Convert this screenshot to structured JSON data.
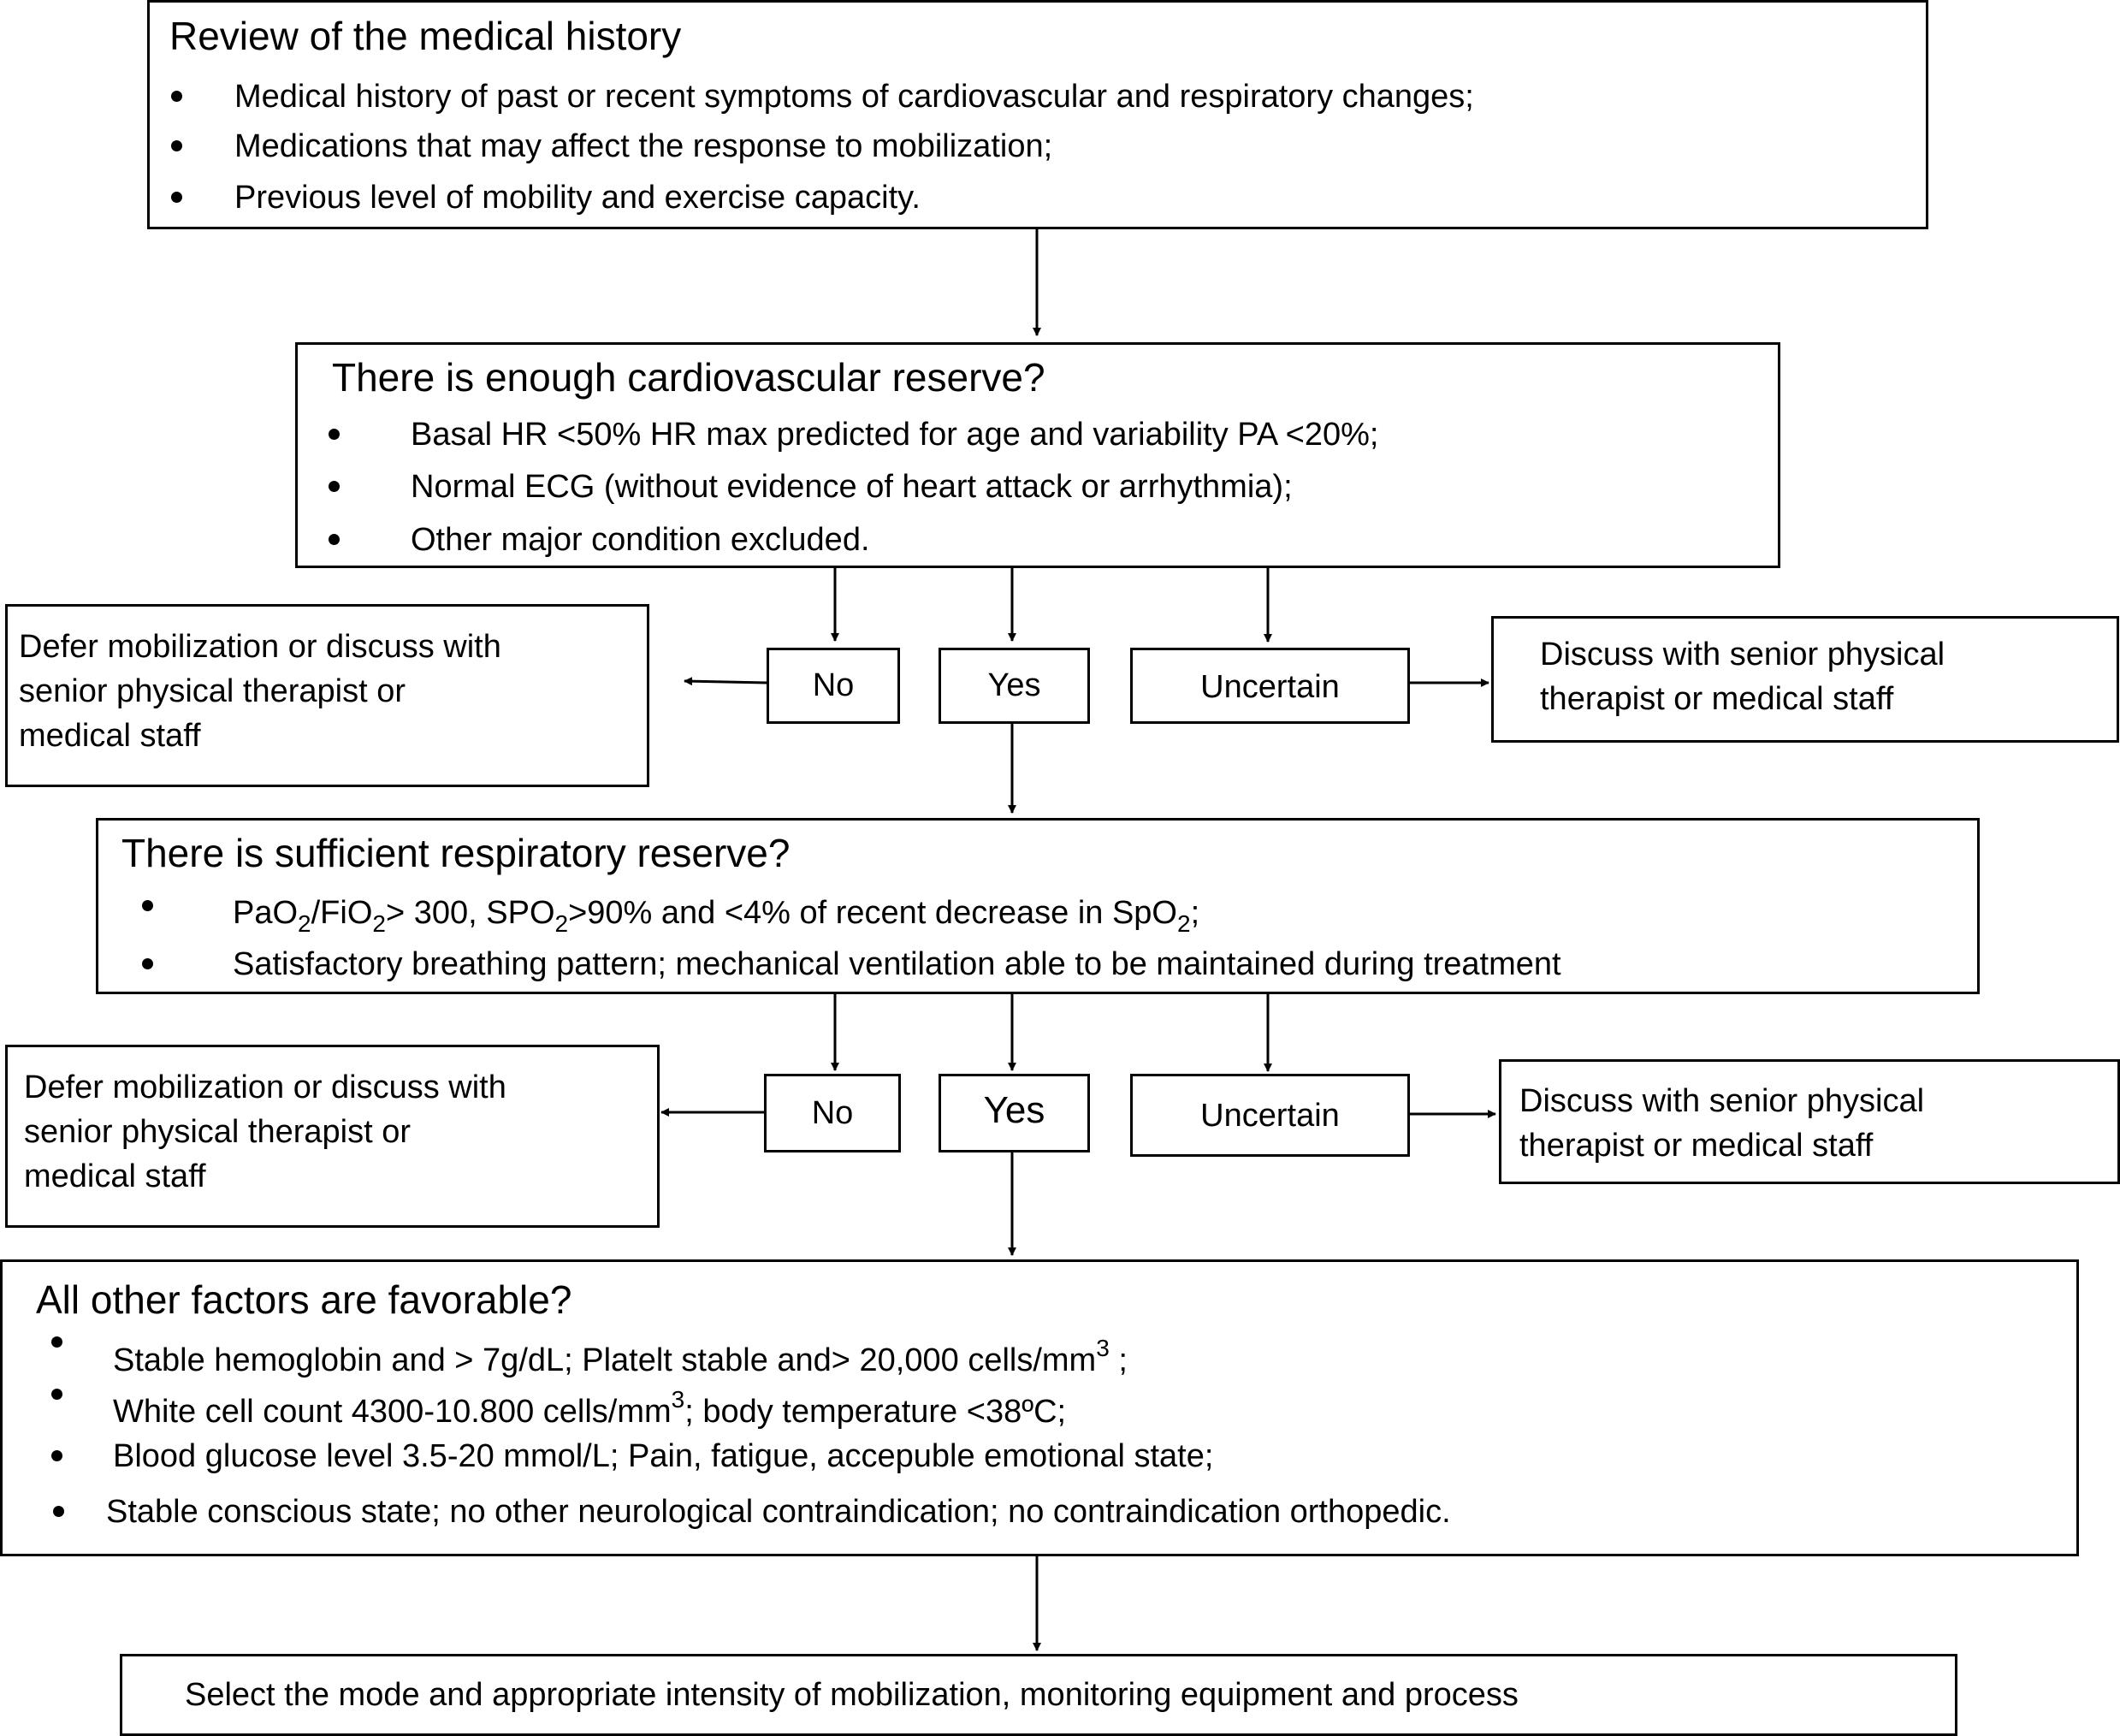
{
  "history": {
    "title": "Review of the medical history",
    "bullets": [
      "Medical history of past or recent symptoms of cardiovascular and respiratory changes;",
      "Medications that may affect the response to mobilization;",
      "Previous level of mobility and exercise capacity."
    ]
  },
  "cardio": {
    "title": "There is enough cardiovascular reserve?",
    "bullets": [
      "Basal HR <50% HR max predicted for age and variability PA <20%;",
      "Normal ECG (without evidence of heart attack or arrhythmia);",
      "Other major condition excluded."
    ],
    "no": "No",
    "yes": "Yes",
    "uncertain": "Uncertain",
    "defer": "Defer mobilization or discuss with\nsenior physical therapist or\nmedical staff",
    "discuss": "Discuss with senior physical\ntherapist or medical staff"
  },
  "resp": {
    "title": "There is sufficient respiratory reserve?",
    "b1": {
      "t1": "PaO",
      "s1": "2",
      "t2": "/FiO",
      "s2": "2",
      "t3": "> 300, SPO",
      "s3": "2",
      "t4": ">90% and <4% of recent decrease in SpO",
      "s4": "2",
      "t5": ";"
    },
    "b2": "Satisfactory breathing pattern; mechanical ventilation able to be maintained during treatment",
    "no": "No",
    "yes": "Yes",
    "uncertain": "Uncertain",
    "defer": "Defer mobilization or discuss with\nsenior physical therapist or\nmedical staff",
    "discuss": "Discuss with senior physical\ntherapist or medical staff"
  },
  "other": {
    "title": "All other factors are favorable?",
    "b1": {
      "t1": "Stable hemoglobin and > 7g/dL; Platelt stable and> 20,000 cells/mm",
      "sup": "3",
      "t2": " ;"
    },
    "b2": {
      "t1": "White cell count 4300-10.800 cells/mm",
      "sup": "3",
      "t2": "; body temperature <38ºC;"
    },
    "b3": "Blood glucose level 3.5-20 mmol/L; Pain, fatigue, accepuble emotional state;",
    "b4": "Stable conscious state; no other neurological contraindication; no contraindication orthopedic."
  },
  "final": "Select the mode and appropriate intensity of mobilization, monitoring equipment and process"
}
